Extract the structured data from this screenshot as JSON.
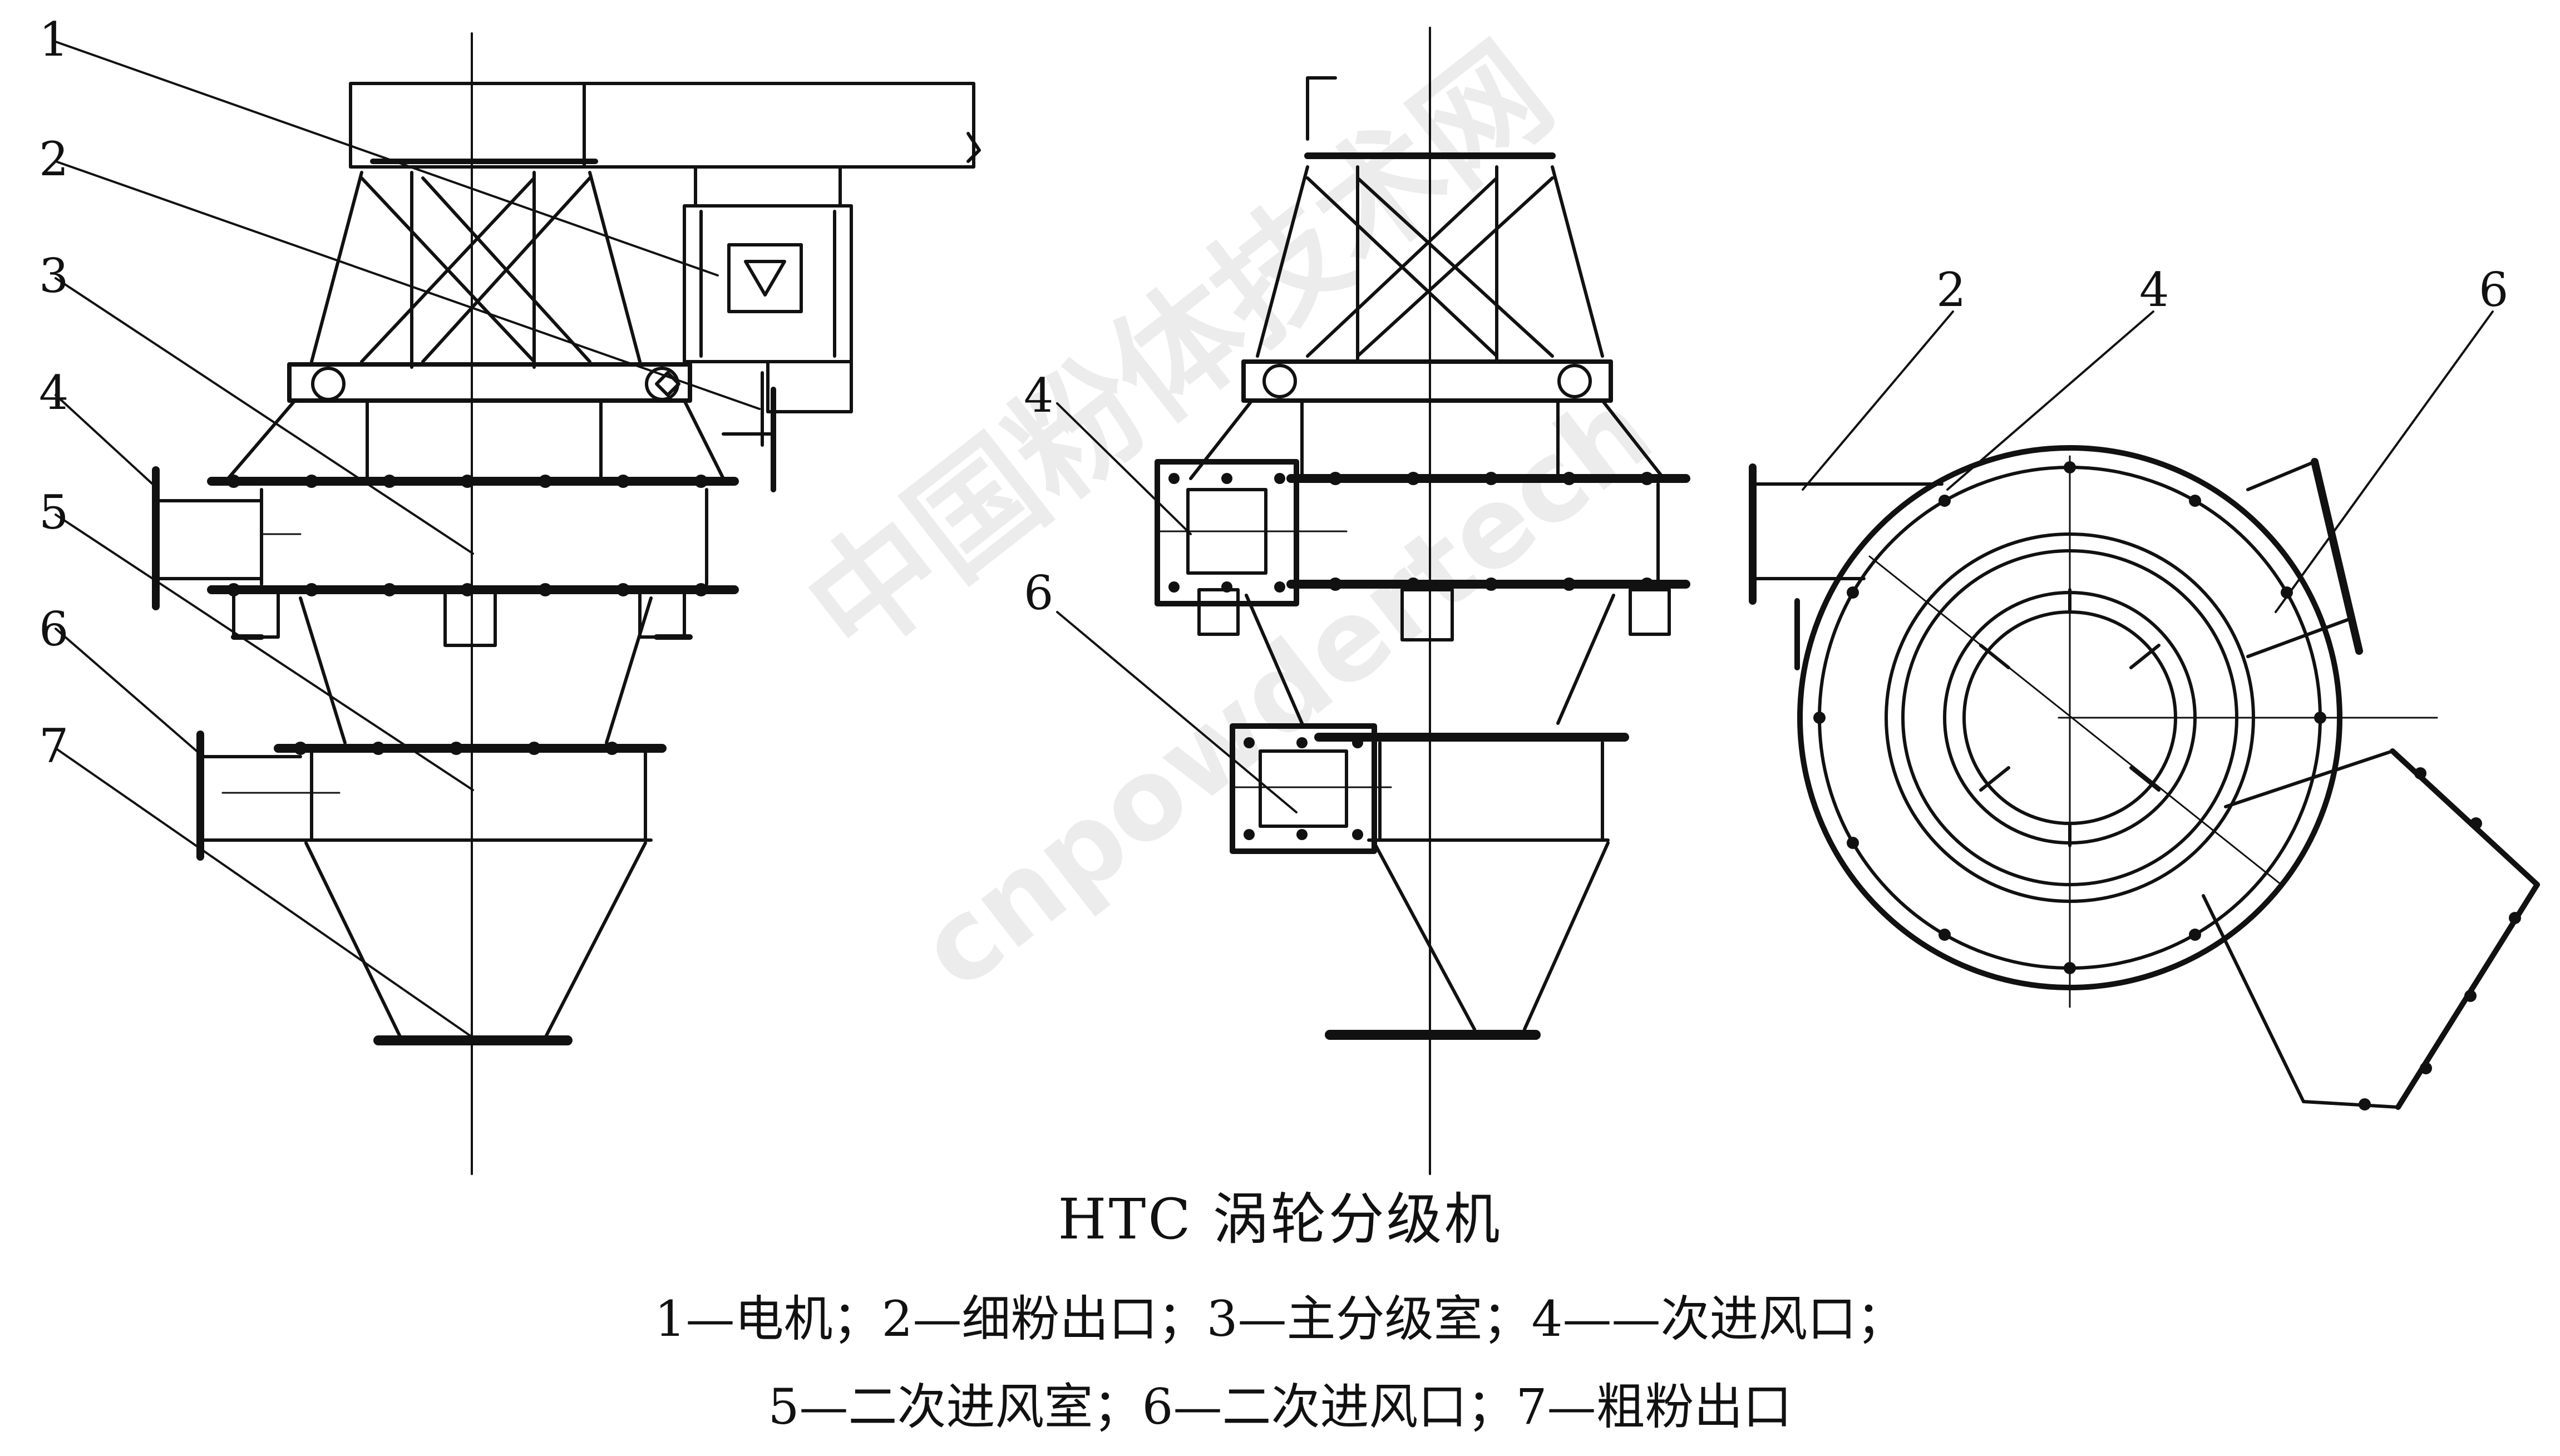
{
  "figure": {
    "title": "HTC 涡轮分级机",
    "legend_line1": "1—电机；2—细粉出口；3—主分级室；4——次进风口；",
    "legend_line2": "5—二次进风室；6—二次进风口；7—粗粉出口"
  },
  "watermark": {
    "line1": "中国粉体技术网",
    "line2": "cnpowdertech"
  },
  "front_view_labels": [
    "1",
    "2",
    "3",
    "4",
    "5",
    "6",
    "7"
  ],
  "side_view_labels": [
    "4",
    "6"
  ],
  "top_view_labels": [
    "2",
    "4",
    "6"
  ],
  "colors": {
    "ink": "#111111",
    "background": "#ffffff",
    "watermark": "#969696"
  }
}
